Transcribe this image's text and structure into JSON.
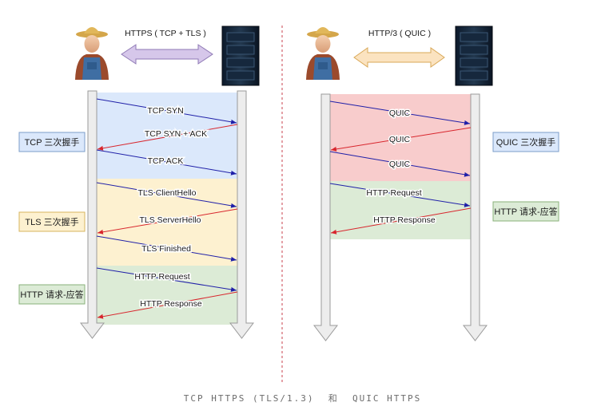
{
  "left_panel": {
    "top_label": "HTTPS ( TCP + TLS )",
    "messages": [
      "TCP SYN",
      "TCP SYN + ACK",
      "TCP ACK",
      "TLS ClientHello",
      "TLS ServerHello",
      "TLS Finished",
      "HTTP Request",
      "HTTP Response"
    ],
    "phases": [
      "TCP 三次握手",
      "TLS 三次握手",
      "HTTP 请求-应答"
    ]
  },
  "right_panel": {
    "top_label": "HTTP/3 ( QUIC )",
    "messages": [
      "QUIC",
      "QUIC",
      "QUIC",
      "HTTP Request",
      "HTTP Response"
    ],
    "phases": [
      "QUIC 三次握手",
      "HTTP 请求-应答"
    ]
  },
  "caption": "TCP HTTPS (TLS/1.3)  和  QUIC HTTPS",
  "colors": {
    "tcp_phase": "#dbe8fb",
    "tls_phase": "#fdf1d0",
    "http_phase": "#dcebd6",
    "quic_phase": "#f8cccc",
    "request_arrow": "#1f1fa8",
    "response_arrow": "#d8262d",
    "https_double_arrow": "#d6c7ea",
    "quic_double_arrow": "#fbe3c0",
    "divider": "#c8414d"
  }
}
